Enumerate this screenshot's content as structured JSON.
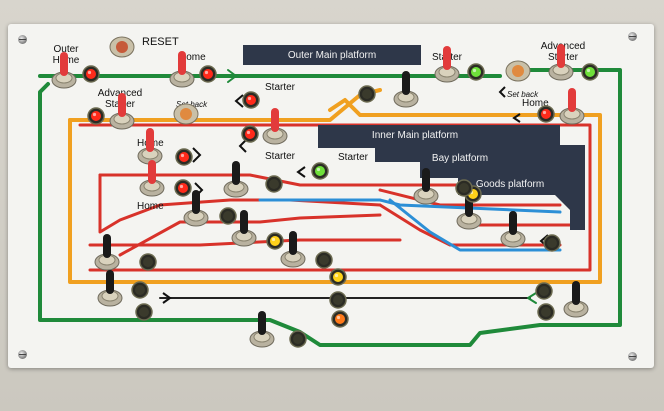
{
  "panel": {
    "reset_label": "RESET",
    "platforms": {
      "outer_main": "Outer Main platform",
      "inner_main": "Inner Main platform",
      "bay": "Bay platform",
      "goods": "Goods platform"
    },
    "signal_labels": {
      "outer_home": "Outer Home",
      "home_top": "Home",
      "starter_top": "Starter",
      "advanced_starter_right": "Advanced Starter",
      "advanced_starter_left": "Advanced Starter",
      "set_back_left": "Set back",
      "starter_mid": "Starter",
      "set_back_right": "Set back",
      "home_right": "Home",
      "home_left_upper": "Home",
      "starter_lower": "Starter",
      "starter_inner": "Starter",
      "home_left_lower": "Home"
    }
  },
  "colors": {
    "panel": "#f4f4f1",
    "track_green": "#1f8a3a",
    "track_orange": "#f0a020",
    "track_red": "#d8322a",
    "track_blue": "#2c8fd6",
    "platform": "#2e3749",
    "lamp_red": "#ff2a1a",
    "lamp_green": "#6fe03a",
    "lamp_yellow": "#ffd21a",
    "lamp_orange": "#ff7a1a",
    "lever_red": "#e23b3b"
  }
}
